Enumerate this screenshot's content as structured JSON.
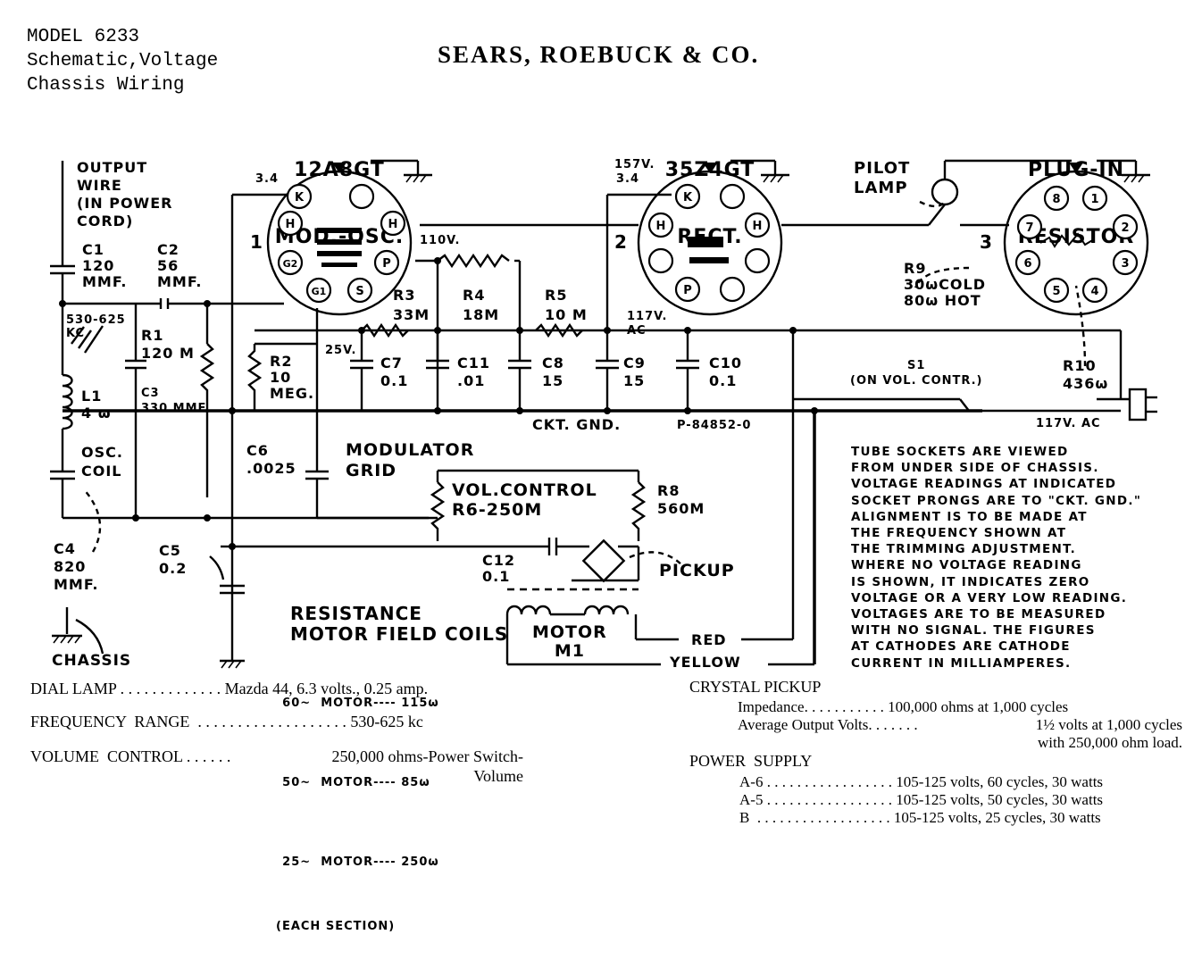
{
  "header": {
    "model": "MODEL 6233",
    "line2": "Schematic,Voltage",
    "line3": "Chassis Wiring",
    "maker": "SEARS, ROEBUCK & CO."
  },
  "tubes": [
    {
      "id": "1",
      "type": "12A8GT",
      "function": "MOD.-OSC.",
      "cathode_current": "3.4"
    },
    {
      "id": "2",
      "type": "35Z4GT",
      "function": "RECT.",
      "voltage": "157V.",
      "cathode_current": "3.4"
    },
    {
      "id": "3",
      "type": "PLUG-IN",
      "function": "RESISTOR"
    }
  ],
  "tube_pins": {
    "t1_K": "K",
    "t1_H": "H",
    "t1_G2": "G2",
    "t1_G1": "G1",
    "t1_S": "S",
    "t1_P": "P",
    "t2_K": "K",
    "t2_H": "H",
    "t2_P": "P",
    "t3_1": "1",
    "t3_2": "2",
    "t3_3": "3",
    "t3_4": "4",
    "t3_5": "5",
    "t3_6": "6",
    "t3_7": "7",
    "t3_8": "8"
  },
  "labels": {
    "output_wire": "OUTPUT\nWIRE\n(IN POWER\nCORD)",
    "c1": "C1\n120\nMMF.",
    "c2": "C2\n56\nMMF.",
    "band": "530-625\nKC",
    "r1": "R1\n120 M",
    "c3": "C3\n330 MMF.",
    "l1": "L1\n4 ω",
    "osc_coil": "OSC.\nCOIL",
    "c4": "C4\n820\nMMF.",
    "chassis": "CHASSIS",
    "c5": "C5\n0.2",
    "c6": "C6\n.0025",
    "r2": "R2\n10\nMEG.",
    "v25": "25V.",
    "v110": "110V.",
    "r3": "R3\n33M",
    "r4": "R4\n18M",
    "r5": "R5\n10 M",
    "v117ac": "117V.\nAC",
    "c7": "C7\n0.1",
    "c11": "C11\n.01",
    "c8": "C8\n15",
    "c9": "C9\n15",
    "c10": "C10\n0.1",
    "ckt_gnd": "CKT. GND.",
    "part_no": "P-84852-0",
    "modulator_grid": "MODULATOR\nGRID",
    "vol_control": "VOL.CONTROL\nR6-250M",
    "r8": "R8\n560M",
    "c12": "C12\n0.1",
    "pickup": "PICKUP",
    "motor": "MOTOR\nM1",
    "red": "RED",
    "yellow": "YELLOW",
    "pilot_lamp": "PILOT\nLAMP",
    "r9": "R9\n30ωCOLD\n80ω HOT",
    "s1": "S1\n(ON VOL. CONTR.)",
    "r10": "R10\n436ω",
    "v117ac_plug": "117V. AC"
  },
  "resistance_table": {
    "title": "RESISTANCE\nMOTOR FIELD COILS",
    "rows": [
      {
        "hz": "60~",
        "part": "MOTOR",
        "value": "115ω"
      },
      {
        "hz": "50~",
        "part": "MOTOR",
        "value": "85ω"
      },
      {
        "hz": "25~",
        "part": "MOTOR",
        "value": "250ω"
      }
    ],
    "footer": "(EACH SECTION)"
  },
  "notes": "TUBE SOCKETS ARE VIEWED\nFROM UNDER SIDE OF CHASSIS.\nVOLTAGE READINGS AT INDICATED\nSOCKET PRONGS ARE TO \"CKT. GND.\"\nALIGNMENT IS TO BE MADE AT\nTHE FREQUENCY SHOWN AT\nTHE TRIMMING ADJUSTMENT.\nWHERE NO VOLTAGE READING\nIS SHOWN, IT INDICATES ZERO\nVOLTAGE OR A VERY LOW READING.\nVOLTAGES ARE TO BE MEASURED\nWITH NO SIGNAL. THE FIGURES\nAT CATHODES ARE CATHODE\nCURRENT IN MILLIAMPERES.",
  "specs_left": [
    {
      "label": "DIAL LAMP",
      "dots": " . . . . . . . . . . . . . ",
      "value": "Mazda 44, 6.3 volts., 0.25 amp."
    },
    {
      "label": "FREQUENCY  RANGE",
      "dots": "  . . . . . . . . . . . . . . . . . . . ",
      "value": "530-625 kc"
    },
    {
      "label": "VOLUME  CONTROL",
      "dots": " . . . . . . ",
      "value": "250,000 ohms-Power Switch-\nVolume"
    }
  ],
  "crystal_pickup": {
    "title": "CRYSTAL PICKUP",
    "impedance_label": "Impedance",
    "impedance_dots": ". . . . . . . . . . . ",
    "impedance": "100,000 ohms at 1,000 cycles",
    "avg_label": "Average Output Volts",
    "avg_dots": ". . . . . . . ",
    "avg": "1½ volts at 1,000 cycles\nwith 250,000 ohm load."
  },
  "power_supply": {
    "title": "POWER  SUPPLY",
    "rows": [
      {
        "model": "A-6",
        "dots": " . . . . . . . . . . . . . . . . . ",
        "value": "105-125 volts, 60 cycles, 30 watts"
      },
      {
        "model": "A-5",
        "dots": " . . . . . . . . . . . . . . . . . ",
        "value": "105-125 volts, 50 cycles, 30 watts"
      },
      {
        "model": "B",
        "dots": "  . . . . . . . . . . . . . . . . . . ",
        "value": "105-125 volts, 25 cycles, 30 watts"
      }
    ]
  }
}
